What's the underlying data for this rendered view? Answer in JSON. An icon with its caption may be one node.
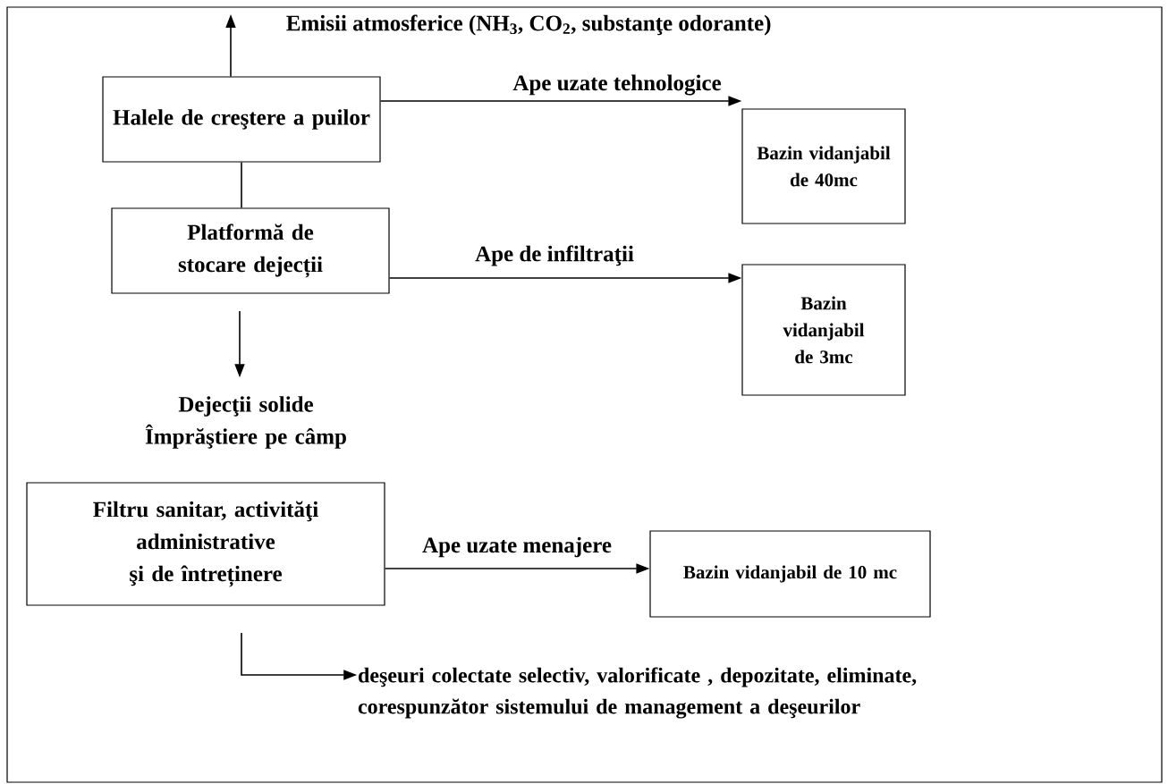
{
  "diagram": {
    "nodes": [
      {
        "text": [
          "Halele de creştere a puilor"
        ]
      },
      {
        "text": [
          "Platformă de stocare dejecții"
        ]
      },
      {
        "text": [
          "Bazin vidanjabil de 40mc"
        ]
      },
      {
        "text": [
          "Bazin vidanjabil de 3mc"
        ]
      },
      {
        "text": [
          "Dejecţii solide",
          "Împrăştiere pe câmp"
        ]
      },
      {
        "text": [
          "Filtru sanitar, activităţi administrative şi de întreținere"
        ]
      },
      {
        "text": [
          "Bazin vidanjabil de 10 mc"
        ]
      },
      {
        "text": [
          "deşeuri colectate selectiv, valorificate , depozitate, eliminate, corespunzător sistemului de management a deşeurilor"
        ]
      }
    ],
    "edges": [
      {
        "from": 0,
        "to": null,
        "arrow": "to",
        "label": "Emisii atmosferice (NH$_{3}$, CO$_{2}$, substanţe odorante)"
      },
      {
        "from": 0,
        "to": 2,
        "arrow": "to",
        "label": "Ape uzate tehnologice"
      },
      {
        "from": 0,
        "to": 1,
        "arrow": "none"
      },
      {
        "from": 1,
        "to": 3,
        "arrow": "to",
        "label": "Ape de infiltraţii"
      },
      {
        "from": 1,
        "to": 4,
        "arrow": "to"
      },
      {
        "from": 5,
        "to": 6,
        "arrow": "to",
        "label": "Ape uzate menajere"
      },
      {
        "from": 5,
        "to": 7,
        "arrow": "to"
      }
    ]
  }
}
